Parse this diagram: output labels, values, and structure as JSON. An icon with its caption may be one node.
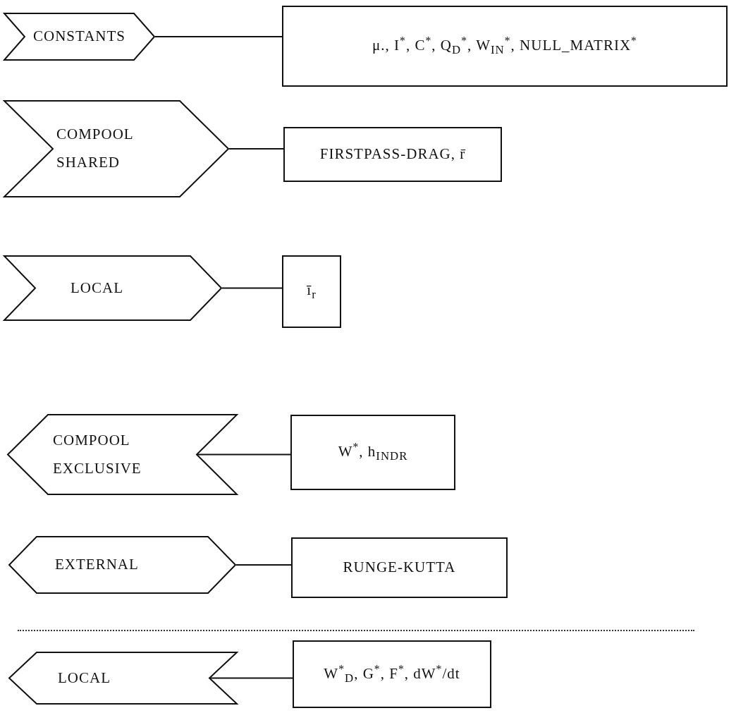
{
  "diagram": {
    "nodes": [
      {
        "text": [
          "CONSTANTS"
        ]
      },
      {
        "text": [
          "μ., I$^{*}$, C$^{*}$, Q$_{D}$$^{*}$, W$_{IN}$$^{*}$, NULL_MATRIX$^{*}$"
        ]
      },
      {
        "text": [
          "COMPOOL SHARED"
        ]
      },
      {
        "text": [
          "FIRSTPASS-DRAG, r̄"
        ]
      },
      {
        "text": [
          "LOCAL"
        ]
      },
      {
        "text": [
          "ī$_{r}$"
        ]
      },
      {
        "text": [
          "COMPOOL EXCLUSIVE"
        ]
      },
      {
        "text": [
          "W$^{*}$, h$_{INDR}$"
        ]
      },
      {
        "text": [
          "EXTERNAL"
        ]
      },
      {
        "text": [
          "RUNGE-KUTTA"
        ]
      },
      {
        "text": [
          "LOCAL"
        ]
      },
      {
        "text": [
          "W$^{*}$$_{D}$, G$^{*}$, F$^{*}$, dW$^{*}$/dt"
        ]
      }
    ],
    "edges": [
      {
        "from": 0,
        "to": 1,
        "arrow": "none"
      },
      {
        "from": 2,
        "to": 3,
        "arrow": "none"
      },
      {
        "from": 4,
        "to": 5,
        "arrow": "none"
      },
      {
        "from": 6,
        "to": 7,
        "arrow": "none"
      },
      {
        "from": 8,
        "to": 9,
        "arrow": "none"
      },
      {
        "from": 10,
        "to": 11,
        "arrow": "none"
      }
    ]
  }
}
